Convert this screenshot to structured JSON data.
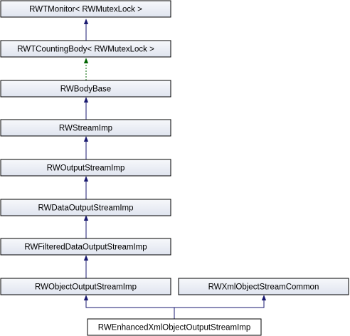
{
  "colors": {
    "node_fill_gradient_top": "#f7f8fb",
    "node_fill_gradient_bottom": "#dfe4ef",
    "highlight_fill": "#ffffff",
    "node_border": "#000000",
    "inheritance_edge": "#191970",
    "template_edge": "#006400"
  },
  "nodes": {
    "monitor": "RWTMonitor< RWMutexLock >",
    "counting_body": "RWTCountingBody< RWMutexLock >",
    "body_base": "RWBodyBase",
    "stream_imp": "RWStreamImp",
    "output_stream_imp": "RWOutputStreamImp",
    "data_output_stream_imp": "RWDataOutputStreamImp",
    "filtered_data_output_stream_imp": "RWFilteredDataOutputStreamImp",
    "object_output_stream_imp": "RWObjectOutputStreamImp",
    "xml_object_stream_common": "RWXmlObjectStreamCommon",
    "enhanced_xml_object_output_stream_imp": "RWEnhancedXmlObjectOutputStreamImp"
  }
}
